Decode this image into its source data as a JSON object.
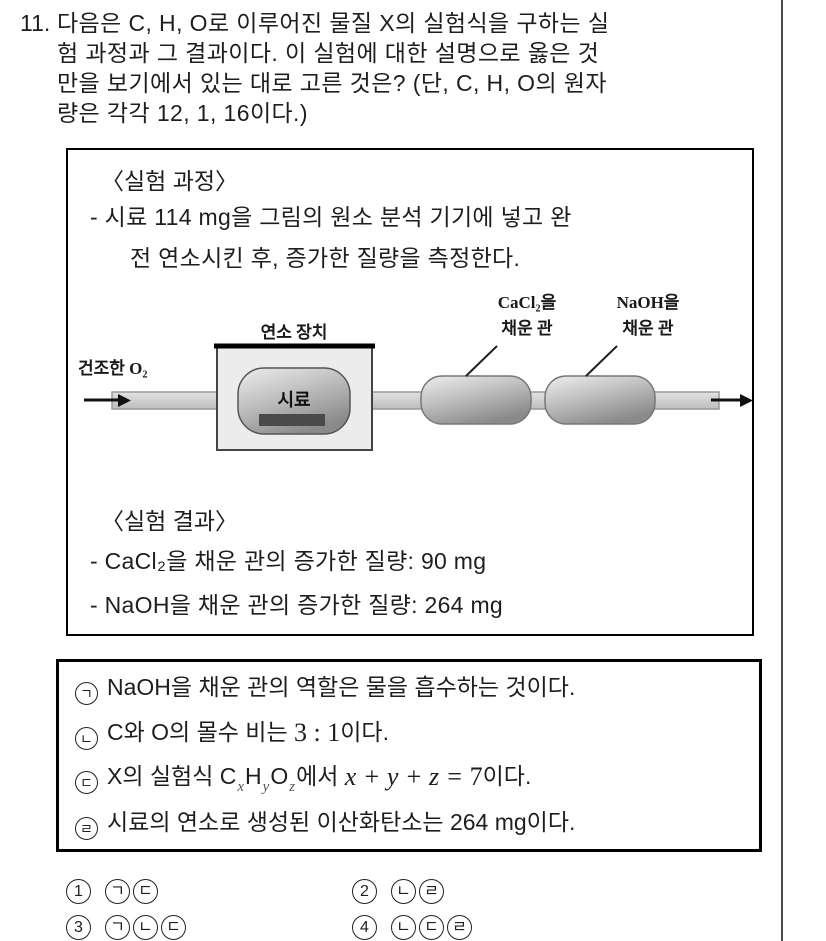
{
  "question": {
    "number": "11.",
    "lines": [
      "다음은 C, H, O로 이루어진 물질 X의 실험식을 구하는 실",
      "험 과정과 그 결과이다. 이 실험에 대한 설명으로 옳은 것",
      "만을 보기에서 있는 대로 고른 것은? (단, C, H, O의 원자",
      "량은 각각 12, 1, 16이다.)"
    ]
  },
  "experiment": {
    "process_title": "〈실험 과정〉",
    "process_lines": [
      "- 시료 114 mg을 그림의 원소 분석 기기에 넣고 완",
      "전 연소시킨 후, 증가한 질량을 측정한다."
    ],
    "result_title": "〈실험 결과〉",
    "result_lines": [
      "- CaCl₂을 채운 관의 증가한 질량: 90 mg",
      "- NaOH을 채운 관의 증가한 질량: 264 mg"
    ]
  },
  "diagram": {
    "dry_o2_label": "건조한 O₂",
    "combustion_label": "연소 장치",
    "sample_label": "시료",
    "cacl2_label_line1": "CaCl₂을",
    "cacl2_label_line2": "채운 관",
    "naoh_label_line1": "NaOH을",
    "naoh_label_line2": "채운 관"
  },
  "bogi": {
    "items": [
      {
        "marker": "ㄱ",
        "text": "NaOH을 채운 관의 역할은 물을 흡수하는 것이다."
      },
      {
        "marker": "ㄴ",
        "pre": "C와 O의 몰수 비는 ",
        "ratio": "3 : 1",
        "post": "이다."
      },
      {
        "marker": "ㄷ",
        "pre": "X의 실험식 C",
        "sub_x": "x",
        "h": "H",
        "sub_y": "y",
        "o": "O",
        "sub_z": "z",
        "mid": "에서 ",
        "expr": "x + y + z = ",
        "value": "7",
        "post": "이다."
      },
      {
        "marker": "ㄹ",
        "text": "시료의 연소로 생성된 이산화탄소는 264 mg이다."
      }
    ]
  },
  "options": {
    "items": [
      {
        "number": "1",
        "marks": [
          "ㄱ",
          "ㄷ"
        ]
      },
      {
        "number": "2",
        "marks": [
          "ㄴ",
          "ㄹ"
        ]
      },
      {
        "number": "3",
        "marks": [
          "ㄱ",
          "ㄴ",
          "ㄷ"
        ]
      },
      {
        "number": "4",
        "marks": [
          "ㄴ",
          "ㄷ",
          "ㄹ"
        ]
      }
    ]
  },
  "colors": {
    "text": "#1e1e1e",
    "box_border": "#000000",
    "column_divider": "#4a4a4a",
    "tube_fill": "#d3d3d3",
    "capsule_light": "#ebebeb",
    "capsule_dark": "#8a8a8a",
    "combustion_fill": "#ececec",
    "sample_bar": "#4a4a4a"
  }
}
